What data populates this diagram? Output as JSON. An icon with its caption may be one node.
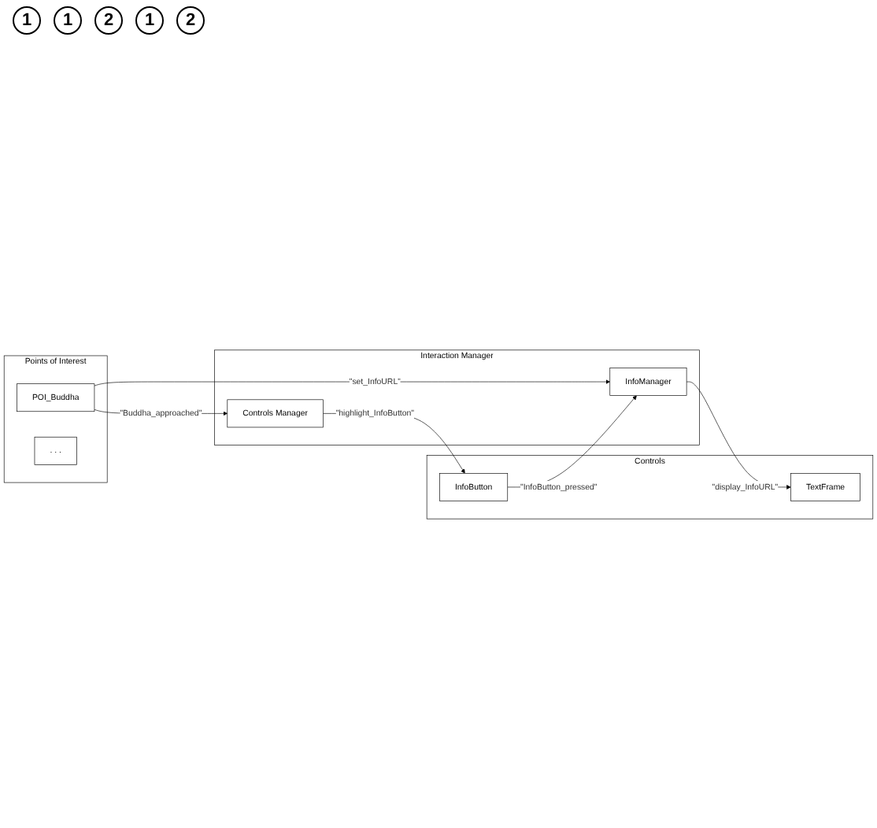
{
  "diagram": {
    "nodes": [
      {
        "text": [
          "Controls"
        ]
      },
      {
        "text": [
          "InfoButton"
        ],
        "in": 0
      },
      {
        "text": [
          "TextFrame"
        ],
        "in": 0
      },
      {
        "text": [
          "Points of Interest"
        ]
      },
      {
        "text": [
          "POI_Buddha"
        ],
        "in": 3
      },
      {
        "text": [
          ". . ."
        ],
        "in": 3
      },
      {
        "text": [
          "Interaction Manager"
        ]
      },
      {
        "text": [
          "Controls Manager"
        ],
        "in": 6
      },
      {
        "text": [
          "InfoManager"
        ],
        "in": 6
      }
    ],
    "edges": [
      {
        "from": 4,
        "to": 7,
        "arrow": "to",
        "label": "\"Buddha_approached\""
      },
      {
        "from": 4,
        "to": 8,
        "arrow": "to",
        "label": "\"set_InfoURL\""
      },
      {
        "from": 7,
        "to": 1,
        "arrow": "to",
        "label": "\"highlight_InfoButton\""
      },
      {
        "from": 1,
        "to": 8,
        "arrow": "to",
        "label": "\"InfoButton_pressed\""
      },
      {
        "from": 8,
        "to": 2,
        "arrow": "to",
        "label": "\"display_InfoURL\""
      }
    ],
    "labels": [
      "1",
      "1",
      "2",
      "1",
      "2"
    ]
  }
}
